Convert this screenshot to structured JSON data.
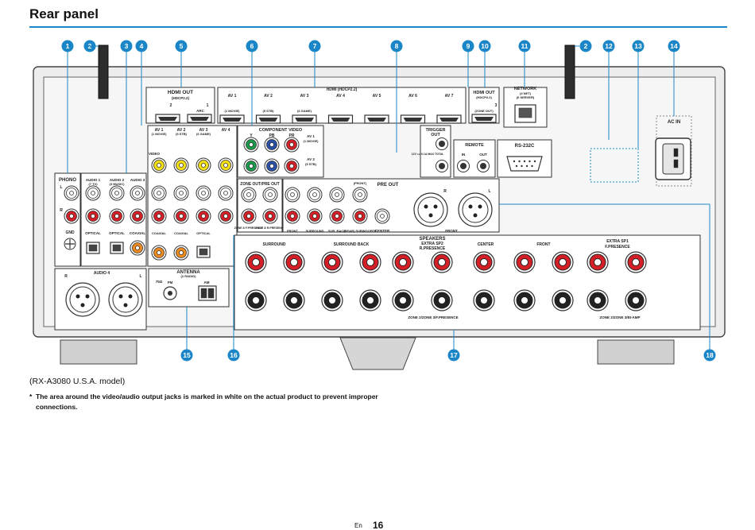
{
  "page": {
    "title": "Rear panel",
    "model": "(RX-A3080 U.S.A. model)",
    "note_star": "*",
    "note": "The area around the video/audio output jacks is marked in white on the actual product to prevent improper connections.",
    "footer_lang": "En",
    "footer_page": "16"
  },
  "callouts": {
    "top": [
      "1",
      "2",
      "3",
      "4",
      "5",
      "6",
      "7",
      "8",
      "9",
      "10",
      "11",
      "2",
      "12",
      "13",
      "14"
    ],
    "bottom": [
      "15",
      "16",
      "17",
      "18"
    ]
  },
  "labels": {
    "hdmi_out": "HDMI OUT",
    "hdcp": "(HDCP2.2)",
    "hdmi_out_2": "2",
    "hdmi_out_1": "1",
    "arc": "ARC",
    "hdmi_in_title": "HDMI",
    "hdmi_in_hdcp": "(HDCP2.2)",
    "hdmi_inputs": [
      "AV 1",
      "AV 2",
      "AV 3",
      "AV 4",
      "AV 5",
      "AV 6",
      "AV 7"
    ],
    "hdmi_input_subs": [
      "(1 MOVIE)",
      "(5 STB)",
      "(6 GAME)",
      "",
      "",
      "",
      ""
    ],
    "hdmi_out3_title": "HDMI OUT",
    "hdmi_out3_hdcp": "(HDCP2.2)",
    "hdmi_out3_num": "3",
    "hdmi_out3_sub": "(ZONE OUT)",
    "network": "NETWORK",
    "network_sub1": "(4 NET)",
    "network_sub2": "(6 SERVER)",
    "ac_in": "AC IN",
    "phono": "PHONO",
    "gnd": "GND",
    "audio1": "AUDIO 1",
    "audio1_sub": "(7 TV)",
    "audio2": "AUDIO 2",
    "audio2_sub": "(3 MUSIC)",
    "audio3": "AUDIO 3",
    "optical": "OPTICAL",
    "coaxial": "COAXIAL",
    "av_top": [
      "AV 1",
      "AV 2",
      "AV 3",
      "AV 4"
    ],
    "av_top_subs": [
      "(1 MOVIE)",
      "(5 STB)",
      "(6 GAME)",
      ""
    ],
    "video": "VIDEO",
    "component_video": "COMPONENT VIDEO",
    "y": "Y",
    "pb": "PB",
    "pr": "PR",
    "comp_a": "AV 1",
    "comp_a_sub": "(1 MOVIE)",
    "comp_b": "AV 2",
    "comp_b_sub": "(5 STB)",
    "trigger_out": "TRIGGER",
    "trigger_out2": "OUT",
    "trigger_spec": "12V == 0.1A MAX TOTAL",
    "remote": "REMOTE",
    "remote_in": "IN",
    "remote_out": "OUT",
    "rs232c": "RS-232C",
    "zone_out": "ZONE OUT/PRE OUT",
    "zone2": "ZONE 2/ F.PRESENCE",
    "zone3": "ZONE 3/ R.PRESENCE",
    "pre_out": "PRE OUT",
    "pre_out_front": "(FRONT)",
    "front": "FRONT",
    "surround": "SURROUND",
    "sur_back": "SUR. BACK",
    "rear_sub": "(REAR) SUBWOOFER",
    "center": "CENTER",
    "audio4": "AUDIO 4",
    "antenna": "ANTENNA",
    "antenna_sub": "(2 RADIO)",
    "fm": "FM",
    "am": "AM",
    "ohm": "75Ω",
    "speakers": "SPEAKERS",
    "extra_sp2": "EXTRA SP2",
    "r_presence": "R.PRESENCE",
    "extra_sp1": "EXTRA SP1",
    "f_presence": "F.PRESENCE",
    "spk_surround": "SURROUND",
    "spk_surround_back": "SURROUND BACK",
    "spk_center": "CENTER",
    "spk_front": "FRONT",
    "zone_bottom_1": "ZONE 2/ZONE 3/F.PRESENCE",
    "zone_bottom_2": "ZONE 2/ZONE 3/BI-AMP",
    "r": "R",
    "l": "L"
  },
  "colors": {
    "accent": "#1a86c7",
    "red_jack": "#d51f26",
    "yellow_jack": "#f4df12",
    "green_jack": "#1a9a4a",
    "blue_jack": "#2a4fa8",
    "orange_jack": "#ef8a1e"
  }
}
